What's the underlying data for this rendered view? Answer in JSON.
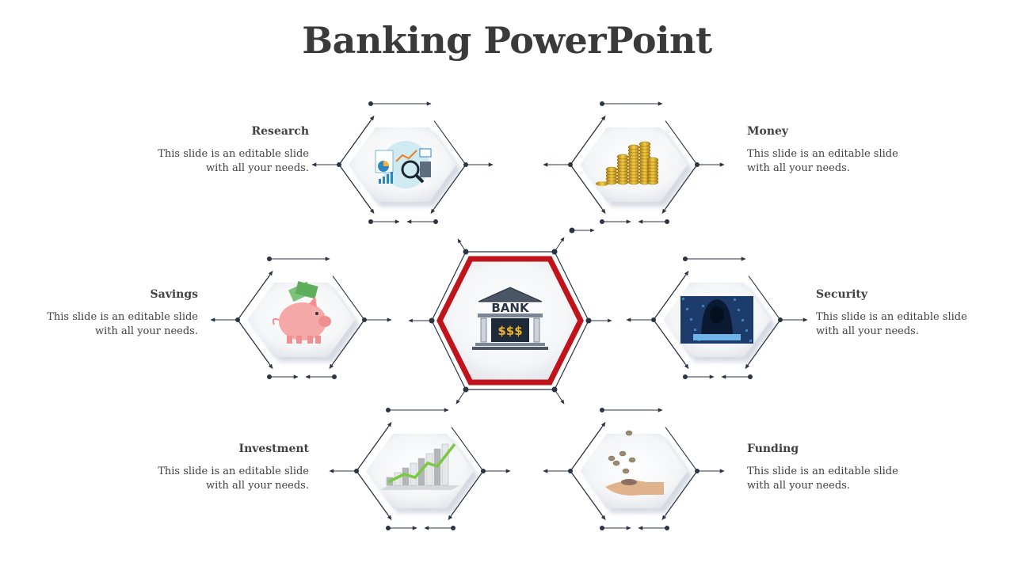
{
  "title": "Banking PowerPoint",
  "center": {
    "sign": "BANK",
    "amount": "$$$"
  },
  "items": [
    {
      "heading": "Research",
      "desc": "This slide is an editable slide with all your needs.",
      "icon": "research-analytics-icon"
    },
    {
      "heading": "Money",
      "desc": "This slide is an editable slide with all your needs.",
      "icon": "gold-coins-icon"
    },
    {
      "heading": "Savings",
      "desc": "This slide is an editable slide with all your needs.",
      "icon": "piggy-bank-icon"
    },
    {
      "heading": "Security",
      "desc": "This slide is an editable slide with all your needs.",
      "icon": "hacker-icon"
    },
    {
      "heading": "Investment",
      "desc": "This slide is an editable slide with all your needs.",
      "icon": "growth-chart-icon"
    },
    {
      "heading": "Funding",
      "desc": "This slide is an editable slide with all your needs.",
      "icon": "coins-hand-icon"
    }
  ],
  "colors": {
    "accent": "#c0141c",
    "line": "#2b3445",
    "title": "#3a3a3a"
  }
}
